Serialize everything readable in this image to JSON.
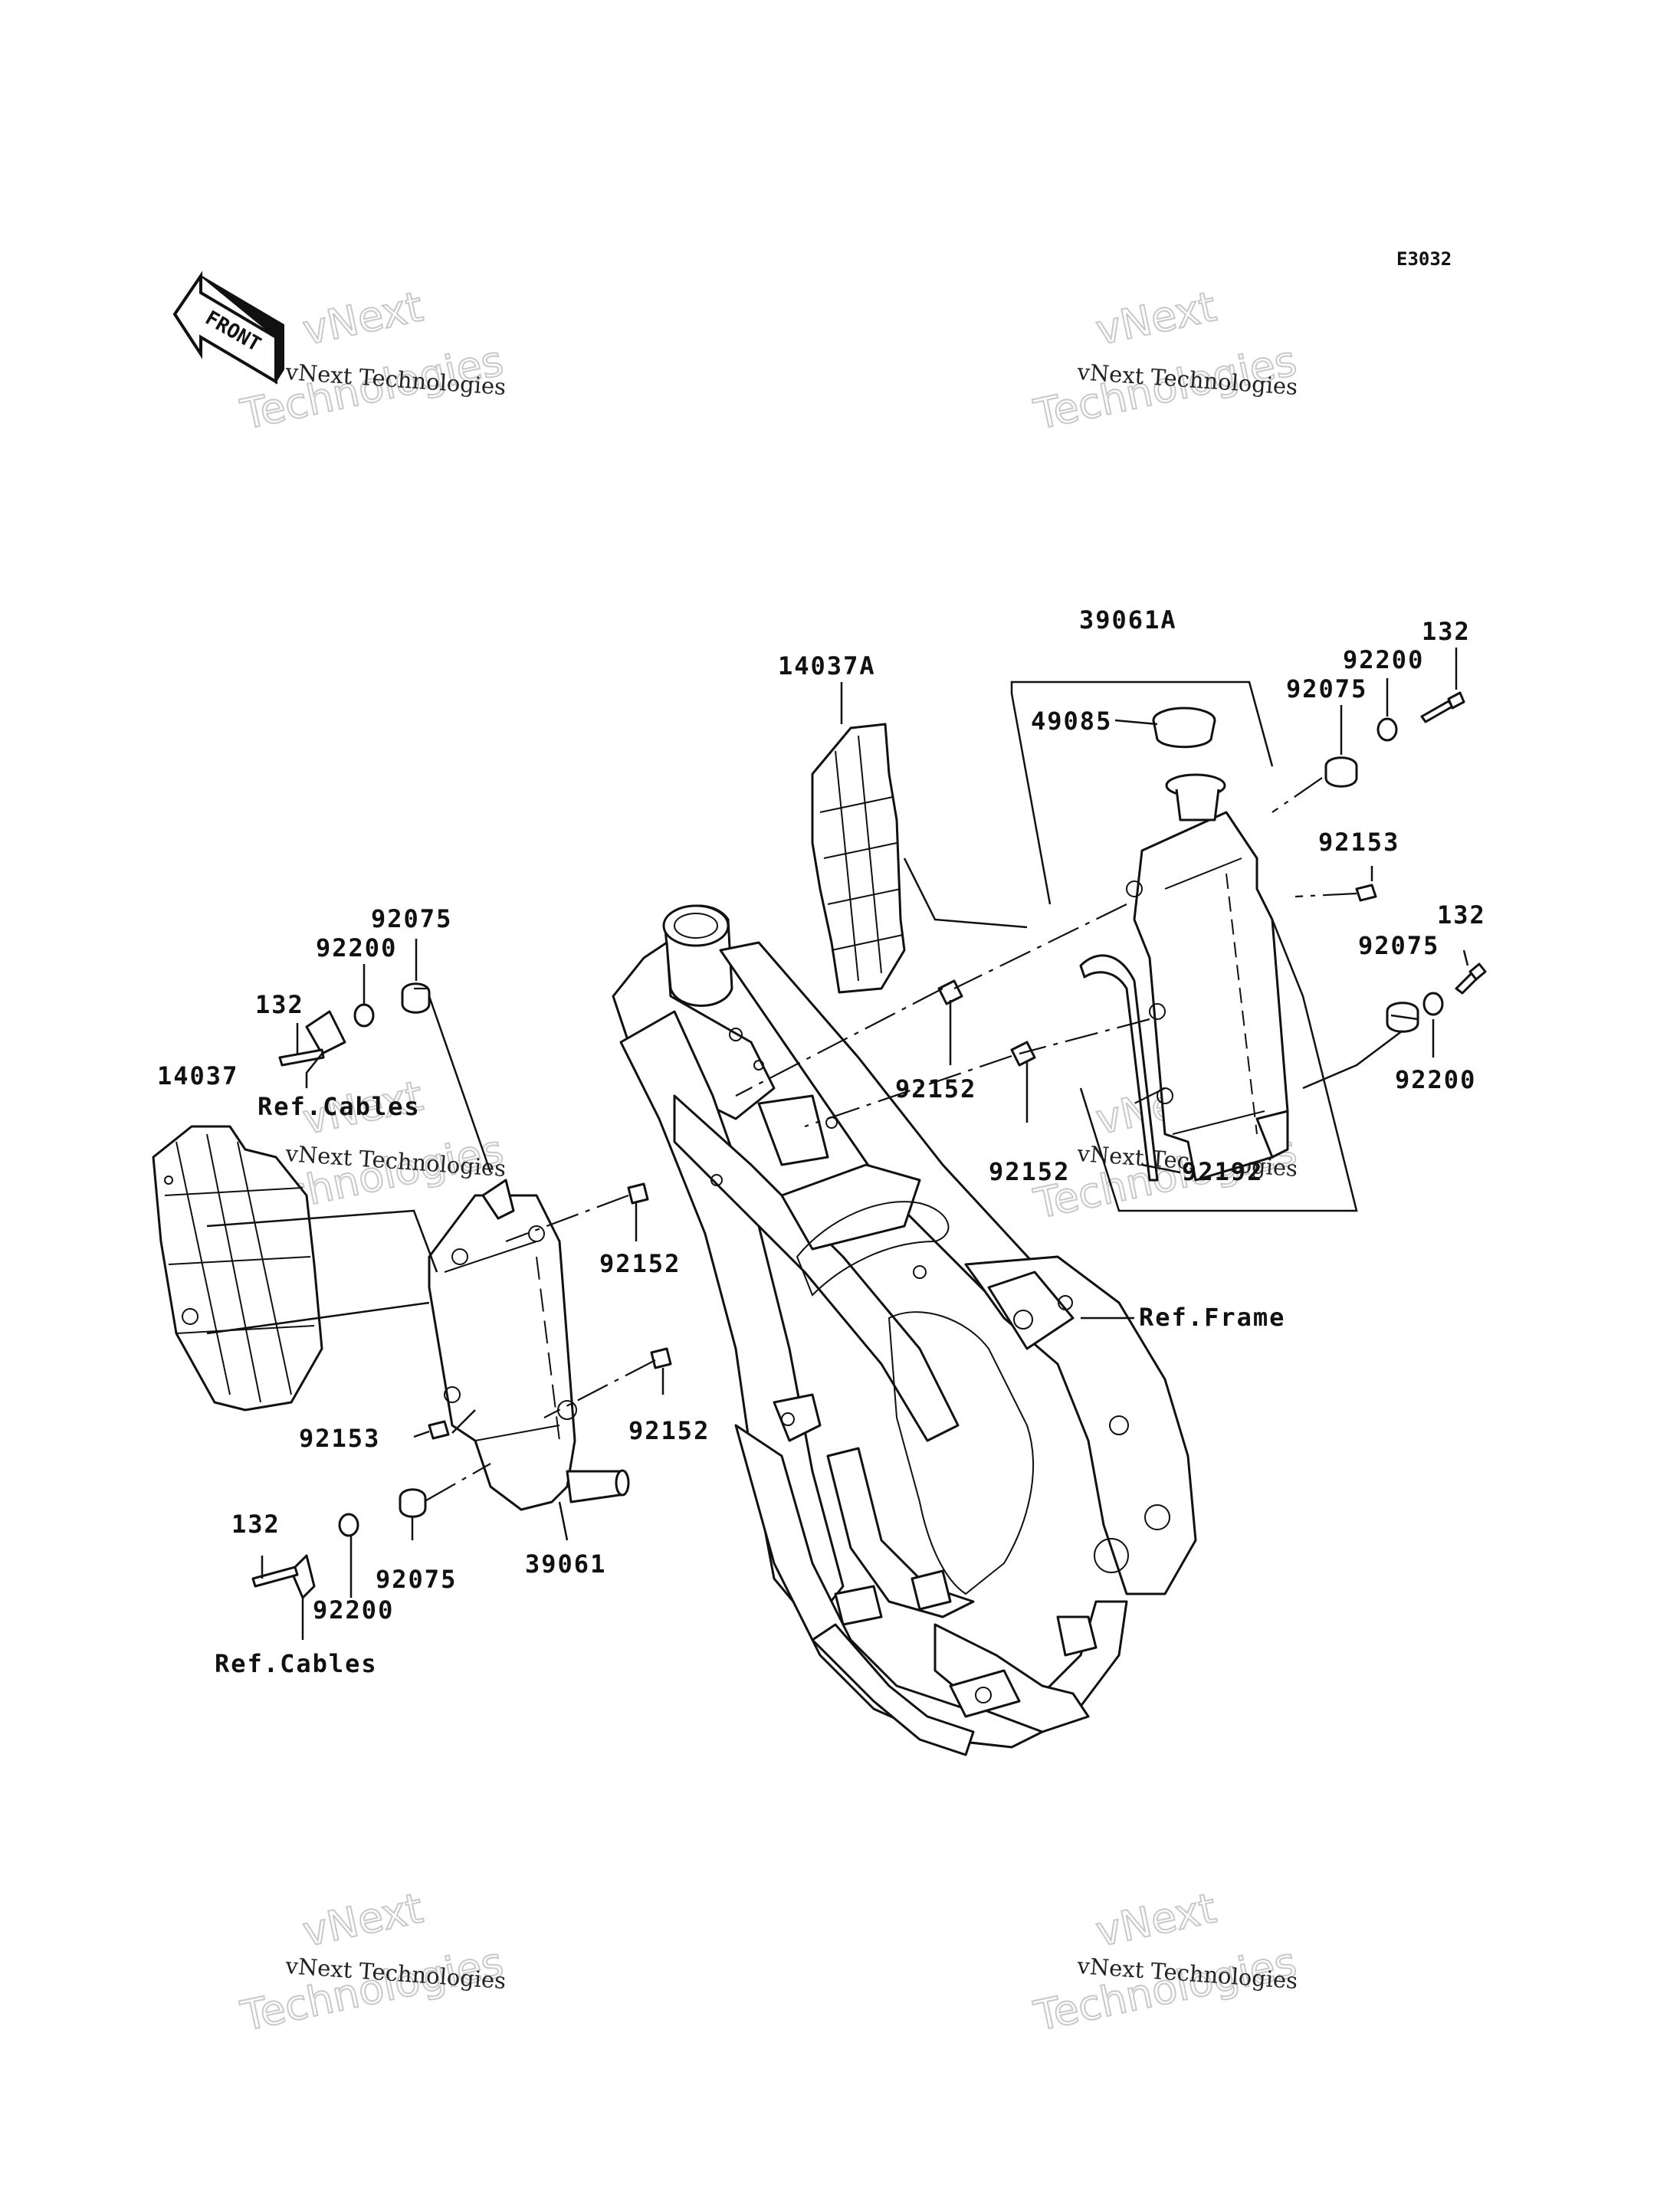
{
  "diagram": {
    "code": "E3032",
    "front_label": "FRONT",
    "watermark": {
      "line1": "vNext Technologies",
      "line2": "Technologies",
      "line3": "vNext"
    },
    "labels": {
      "p39061A": "39061A",
      "p14037A": "14037A",
      "p49085": "49085",
      "p92200_tr": "92200",
      "p132_tr": "132",
      "p92075_tr": "92075",
      "p92153_r": "92153",
      "p132_r": "132",
      "p92075_r": "92075",
      "p92200_r": "92200",
      "p92152_a": "92152",
      "p92152_b": "92152",
      "p92192": "92192",
      "p92075_l": "92075",
      "p92200_l": "92200",
      "p132_l": "132",
      "refcables_top": "Ref.Cables",
      "p14037": "14037",
      "p92152_c": "92152",
      "refframe": "Ref.Frame",
      "p92153_l": "92153",
      "p92152_d": "92152",
      "p132_bl": "132",
      "p92075_bl": "92075",
      "p39061": "39061",
      "p92200_bl": "92200",
      "refcables_bot": "Ref.Cables"
    }
  }
}
